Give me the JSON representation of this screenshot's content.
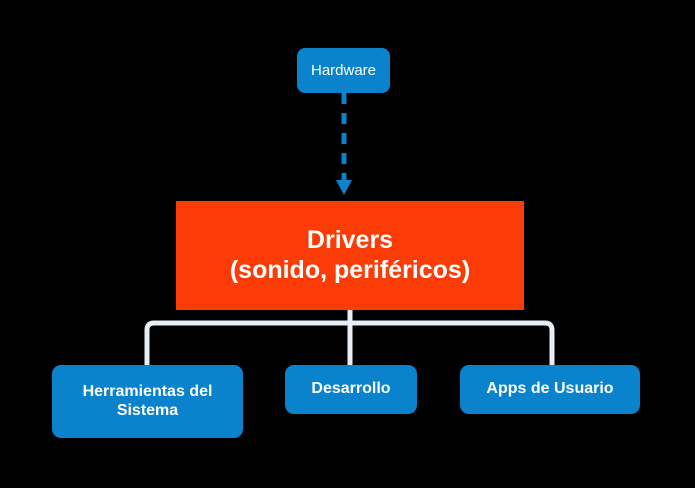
{
  "diagram": {
    "title_text": "",
    "background_color": "#000000",
    "palette": {
      "blue": "#0B82CC",
      "red": "#FB3C06",
      "white": "#E8EEF4",
      "text": "#FFFFFF"
    },
    "nodes": {
      "hardware": {
        "label": "Hardware",
        "shape": "rounded-rect",
        "fill": "#0B82CC",
        "text_color": "#FFFFFF"
      },
      "drivers": {
        "label_line1": "Drivers",
        "label_line2": "(sonido, periféricos)",
        "shape": "rect",
        "fill": "#FB3C06",
        "text_color": "#FFFFFF"
      },
      "herramientas": {
        "label": "Herramientas del Sistema",
        "shape": "rounded-rect",
        "fill": "#0B82CC",
        "text_color": "#FFFFFF"
      },
      "desarrollo": {
        "label": "Desarrollo",
        "shape": "rounded-rect",
        "fill": "#0B82CC",
        "text_color": "#FFFFFF"
      },
      "apps": {
        "label": "Apps de Usuario",
        "shape": "rounded-rect",
        "fill": "#0B82CC",
        "text_color": "#FFFFFF"
      }
    },
    "connectors": {
      "hardware_to_drivers": {
        "style": "dashed",
        "color": "#0B82CC",
        "arrowhead": "down-arrow-icon"
      },
      "drivers_to_children": {
        "style": "solid-orthogonal-tree",
        "color": "#E8EEF4",
        "arrowhead": "none"
      }
    }
  }
}
